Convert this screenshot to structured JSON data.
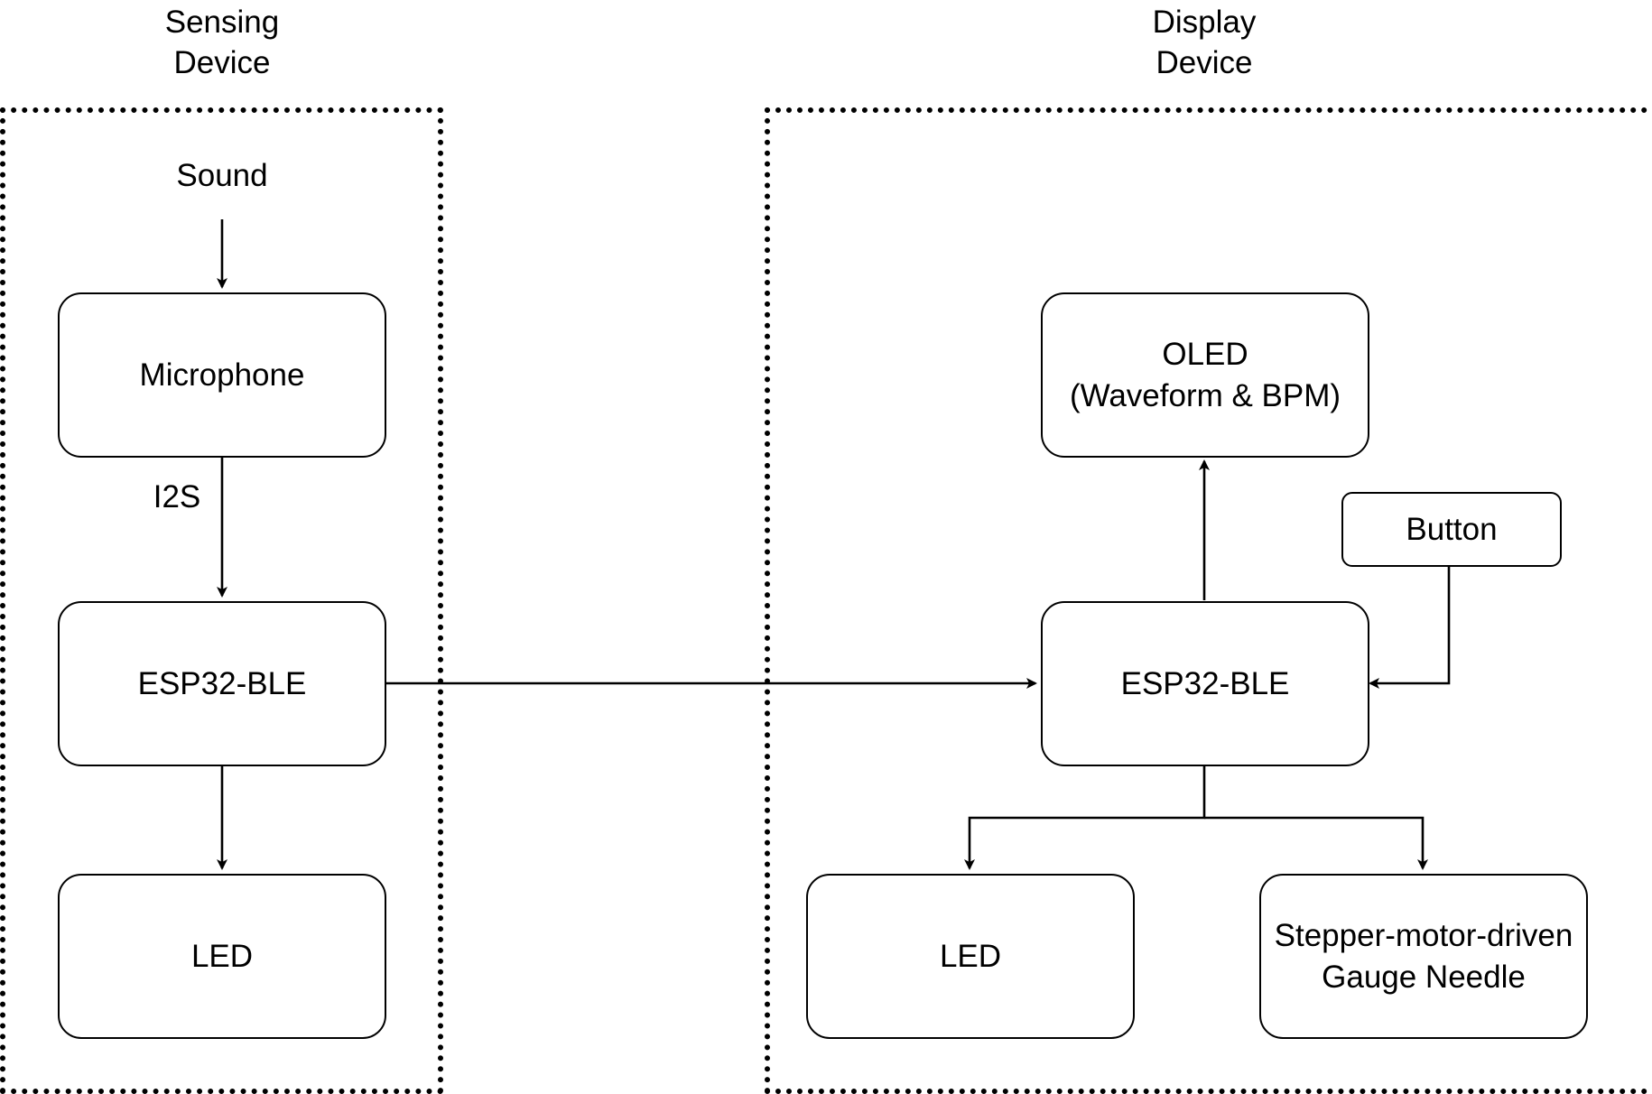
{
  "groups": {
    "sensing": {
      "title": "Sensing\nDevice"
    },
    "display": {
      "title": "Display\nDevice"
    }
  },
  "sensing": {
    "input_label": "Sound",
    "microphone": "Microphone",
    "link_label": "I2S",
    "esp32": "ESP32-BLE",
    "led": "LED"
  },
  "display": {
    "oled": "OLED\n(Waveform & BPM)",
    "button": "Button",
    "esp32": "ESP32-BLE",
    "led": "LED",
    "gauge": "Stepper-motor-driven\nGauge Needle"
  },
  "colors": {
    "stroke": "#000000",
    "background": "#ffffff"
  }
}
